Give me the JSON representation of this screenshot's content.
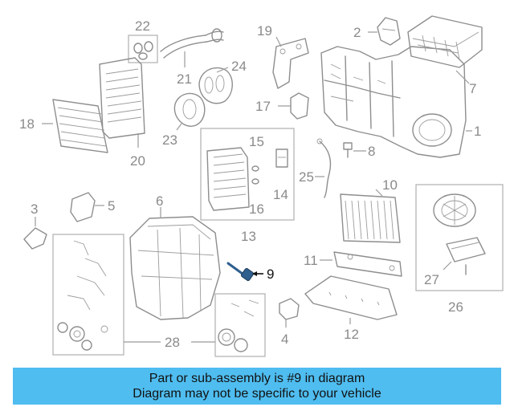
{
  "callouts": {
    "c1": "1",
    "c2": "2",
    "c3": "3",
    "c4": "4",
    "c5": "5",
    "c6": "6",
    "c7": "7",
    "c8": "8",
    "c9": "9",
    "c10": "10",
    "c11": "11",
    "c12": "12",
    "c13": "13",
    "c14": "14",
    "c15": "15",
    "c16": "16",
    "c17": "17",
    "c18": "18",
    "c19": "19",
    "c20": "20",
    "c21": "21",
    "c22": "22",
    "c23": "23",
    "c24": "24",
    "c25": "25",
    "c26": "26",
    "c27": "27",
    "c28": "28"
  },
  "highlighted_part": "9",
  "colors": {
    "banner": "#4fbdf0",
    "highlight": "#2f5f8f",
    "line_art": "#8e8e8e"
  },
  "banner": {
    "line1": "Part or sub-assembly is #9 in diagram",
    "line2": "Diagram may not be specific to your vehicle"
  }
}
